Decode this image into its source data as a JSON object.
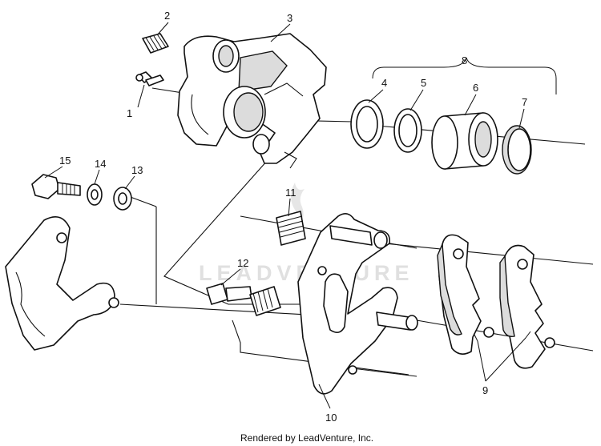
{
  "callouts": [
    {
      "id": "1",
      "text": "1"
    },
    {
      "id": "2",
      "text": "2"
    },
    {
      "id": "3",
      "text": "3"
    },
    {
      "id": "4",
      "text": "4"
    },
    {
      "id": "5",
      "text": "5"
    },
    {
      "id": "6",
      "text": "6"
    },
    {
      "id": "7",
      "text": "7"
    },
    {
      "id": "8",
      "text": "8"
    },
    {
      "id": "9",
      "text": "9"
    },
    {
      "id": "10",
      "text": "10"
    },
    {
      "id": "11",
      "text": "11"
    },
    {
      "id": "12",
      "text": "12"
    },
    {
      "id": "13",
      "text": "13"
    },
    {
      "id": "14",
      "text": "14"
    },
    {
      "id": "15",
      "text": "15"
    }
  ],
  "watermark": "LEADVENTURE",
  "footer": "Rendered by LeadVenture, Inc."
}
